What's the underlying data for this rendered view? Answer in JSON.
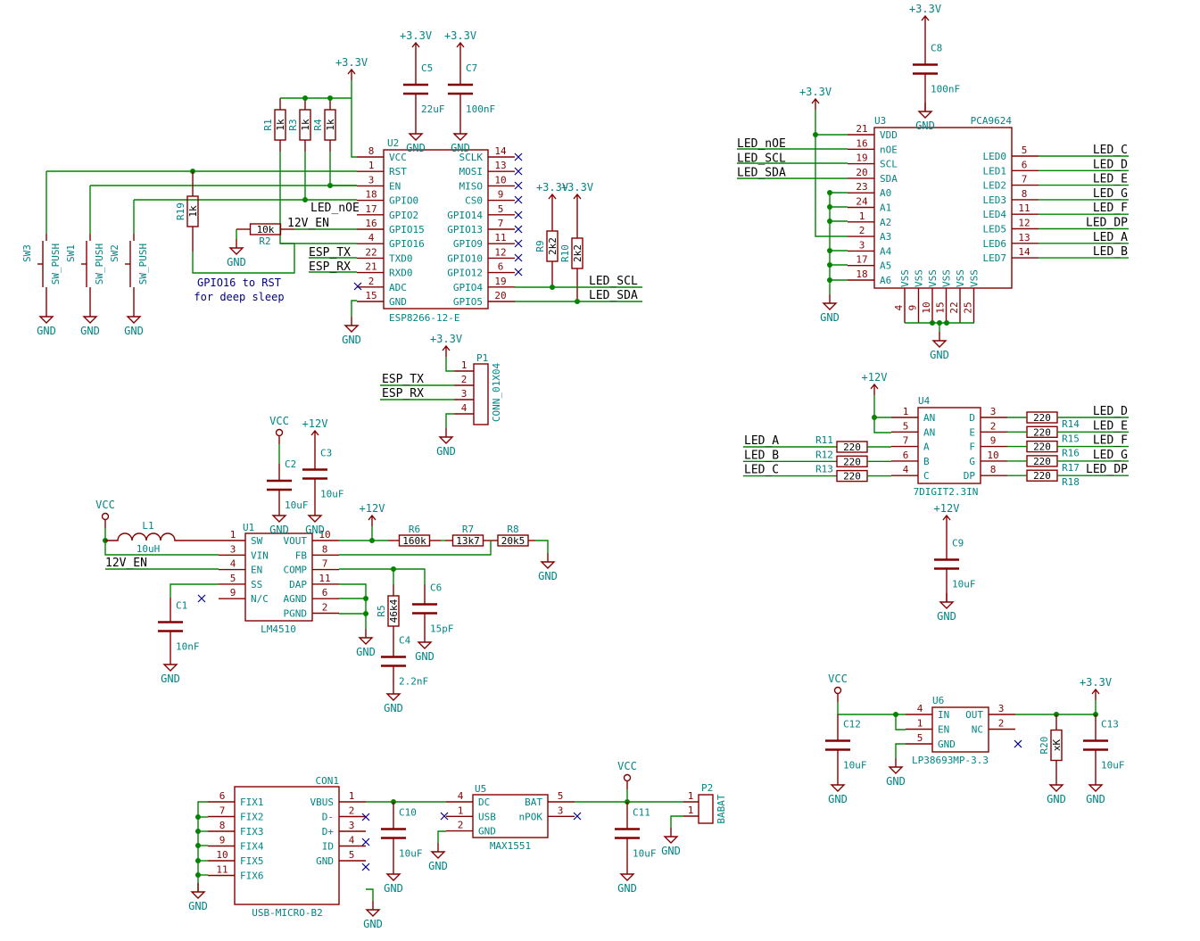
{
  "note": [
    "GPIO16 to RST",
    "for deep sleep"
  ],
  "power": {
    "p33": "+3.3V",
    "p12": "+12V",
    "vcc": "VCC",
    "gnd": "GND"
  },
  "u2": {
    "ref": "U2",
    "value": "ESP8266-12-E",
    "left_pins": [
      {
        "num": "8",
        "name": "VCC"
      },
      {
        "num": "1",
        "name": "RST"
      },
      {
        "num": "3",
        "name": "EN"
      },
      {
        "num": "18",
        "name": "GPIO0"
      },
      {
        "num": "17",
        "name": "GPIO2"
      },
      {
        "num": "16",
        "name": "GPIO15"
      },
      {
        "num": "4",
        "name": "GPIO16"
      },
      {
        "num": "22",
        "name": "TXD0"
      },
      {
        "num": "21",
        "name": "RXD0"
      },
      {
        "num": "2",
        "name": "ADC"
      },
      {
        "num": "15",
        "name": "GND"
      }
    ],
    "right_pins": [
      {
        "num": "14",
        "name": "SCLK"
      },
      {
        "num": "13",
        "name": "MOSI"
      },
      {
        "num": "10",
        "name": "MISO"
      },
      {
        "num": "9",
        "name": "CS0"
      },
      {
        "num": "5",
        "name": "GPIO14"
      },
      {
        "num": "7",
        "name": "GPIO13"
      },
      {
        "num": "11",
        "name": "GPIO9"
      },
      {
        "num": "12",
        "name": "GPIO10"
      },
      {
        "num": "6",
        "name": "GPIO12"
      },
      {
        "num": "19",
        "name": "GPIO4"
      },
      {
        "num": "20",
        "name": "GPIO5"
      }
    ]
  },
  "u3": {
    "ref": "U3",
    "value": "PCA9624",
    "left_pins": [
      {
        "num": "21",
        "name": "VDD"
      },
      {
        "num": "16",
        "name": "nOE"
      },
      {
        "num": "19",
        "name": "SCL"
      },
      {
        "num": "20",
        "name": "SDA"
      },
      {
        "num": "23",
        "name": "A0"
      },
      {
        "num": "24",
        "name": "A1"
      },
      {
        "num": "1",
        "name": "A2"
      },
      {
        "num": "2",
        "name": "A3"
      },
      {
        "num": "3",
        "name": "A4"
      },
      {
        "num": "17",
        "name": "A5"
      },
      {
        "num": "18",
        "name": "A6"
      }
    ],
    "right_pins": [
      {
        "num": "5",
        "name": "LED0",
        "net": "LED_C"
      },
      {
        "num": "6",
        "name": "LED1",
        "net": "LED_D"
      },
      {
        "num": "7",
        "name": "LED2",
        "net": "LED_E"
      },
      {
        "num": "8",
        "name": "LED3",
        "net": "LED_G"
      },
      {
        "num": "11",
        "name": "LED4",
        "net": "LED_F"
      },
      {
        "num": "12",
        "name": "LED5",
        "net": "LED_DP"
      },
      {
        "num": "13",
        "name": "LED6",
        "net": "LED_A"
      },
      {
        "num": "14",
        "name": "LED7",
        "net": "LED_B"
      }
    ],
    "vss_name": "VSS",
    "vss_pins": [
      "4",
      "9",
      "10",
      "15",
      "22",
      "25"
    ],
    "nets_in": [
      "LED_nOE",
      "LED_SCL",
      "LED_SDA"
    ]
  },
  "u4": {
    "ref": "U4",
    "value": "7DIGIT2.3IN",
    "left_pins": [
      {
        "num": "1",
        "name": "AN"
      },
      {
        "num": "5",
        "name": "AN"
      },
      {
        "num": "7",
        "name": "A",
        "res": "R11",
        "net": "LED_A"
      },
      {
        "num": "6",
        "name": "B",
        "res": "R12",
        "net": "LED_B"
      },
      {
        "num": "4",
        "name": "C",
        "res": "R13",
        "net": "LED_C"
      }
    ],
    "right_pins": [
      {
        "num": "3",
        "name": "D",
        "res": "R14",
        "net": "LED_D"
      },
      {
        "num": "2",
        "name": "E",
        "res": "R15",
        "net": "LED_E"
      },
      {
        "num": "9",
        "name": "F",
        "res": "R16",
        "net": "LED_F"
      },
      {
        "num": "10",
        "name": "G",
        "res": "R17",
        "net": "LED_G"
      },
      {
        "num": "8",
        "name": "DP",
        "res": "R18",
        "net": "LED_DP"
      }
    ],
    "res_value": "220"
  },
  "u1": {
    "ref": "U1",
    "value": "LM4510",
    "left_pins": [
      {
        "num": "1",
        "name": "SW"
      },
      {
        "num": "3",
        "name": "VIN"
      },
      {
        "num": "4",
        "name": "EN"
      },
      {
        "num": "5",
        "name": "SS"
      },
      {
        "num": "9",
        "name": "N/C"
      }
    ],
    "right_pins": [
      {
        "num": "10",
        "name": "VOUT"
      },
      {
        "num": "8",
        "name": "FB"
      },
      {
        "num": "7",
        "name": "COMP"
      },
      {
        "num": "11",
        "name": "DAP"
      },
      {
        "num": "6",
        "name": "AGND"
      },
      {
        "num": "2",
        "name": "PGND"
      }
    ]
  },
  "u5": {
    "ref": "U5",
    "value": "MAX1551",
    "left_pins": [
      {
        "num": "4",
        "name": "DC"
      },
      {
        "num": "1",
        "name": "USB"
      },
      {
        "num": "2",
        "name": "GND"
      }
    ],
    "right_pins": [
      {
        "num": "5",
        "name": "BAT"
      },
      {
        "num": "3",
        "name": "nPOK"
      }
    ]
  },
  "u6": {
    "ref": "U6",
    "value": "LP38693MP-3.3",
    "left_pins": [
      {
        "num": "4",
        "name": "IN"
      },
      {
        "num": "1",
        "name": "EN"
      },
      {
        "num": "5",
        "name": "GND"
      }
    ],
    "right_pins": [
      {
        "num": "3",
        "name": "OUT"
      },
      {
        "num": "2",
        "name": "NC"
      }
    ]
  },
  "con1": {
    "ref": "CON1",
    "value": "USB-MICRO-B2",
    "left_pins": [
      {
        "num": "6",
        "name": "FIX1"
      },
      {
        "num": "7",
        "name": "FIX2"
      },
      {
        "num": "8",
        "name": "FIX3"
      },
      {
        "num": "9",
        "name": "FIX4"
      },
      {
        "num": "10",
        "name": "FIX5"
      },
      {
        "num": "11",
        "name": "FIX6"
      }
    ],
    "right_pins": [
      {
        "num": "1",
        "name": "VBUS"
      },
      {
        "num": "2",
        "name": "D-"
      },
      {
        "num": "3",
        "name": "D+"
      },
      {
        "num": "4",
        "name": "ID"
      },
      {
        "num": "5",
        "name": "GND"
      }
    ]
  },
  "p1": {
    "ref": "P1",
    "value": "CONN_01X04",
    "pins": [
      "1",
      "2",
      "3",
      "4"
    ],
    "nets": [
      "ESP_TX",
      "ESP_RX"
    ]
  },
  "p2": {
    "ref": "P2",
    "value": "BABAT",
    "pins": [
      "1",
      "1"
    ]
  },
  "switches": [
    {
      "ref": "SW3",
      "value": "SW_PUSH"
    },
    {
      "ref": "SW1",
      "value": "SW_PUSH"
    },
    {
      "ref": "SW2",
      "value": "SW_PUSH"
    }
  ],
  "resistors": {
    "R1": "1k",
    "R3": "1k",
    "R4": "1k",
    "R19": "1k",
    "R2": "10k",
    "R9": "2k2",
    "R10": "2k2",
    "R5": "46k4",
    "R6": "160k",
    "R7": "13k7",
    "R8": "20k5",
    "R20": "xK"
  },
  "capacitors": {
    "C1": "10nF",
    "C2": "10uF",
    "C3": "10uF",
    "C4": "2.2nF",
    "C5": "22uF",
    "C6": "15pF",
    "C7": "100nF",
    "C8": "100nF",
    "C9": "10uF",
    "C10": "10uF",
    "C11": "10uF",
    "C12": "10uF",
    "C13": "10uF"
  },
  "inductor": {
    "ref": "L1",
    "value": "10uH"
  },
  "nets": {
    "led_noe": "LED_nOE",
    "en12": "12V_EN",
    "esp_tx": "ESP_TX",
    "esp_rx": "ESP_RX",
    "led_scl": "LED_SCL",
    "led_sda": "LED_SDA"
  }
}
